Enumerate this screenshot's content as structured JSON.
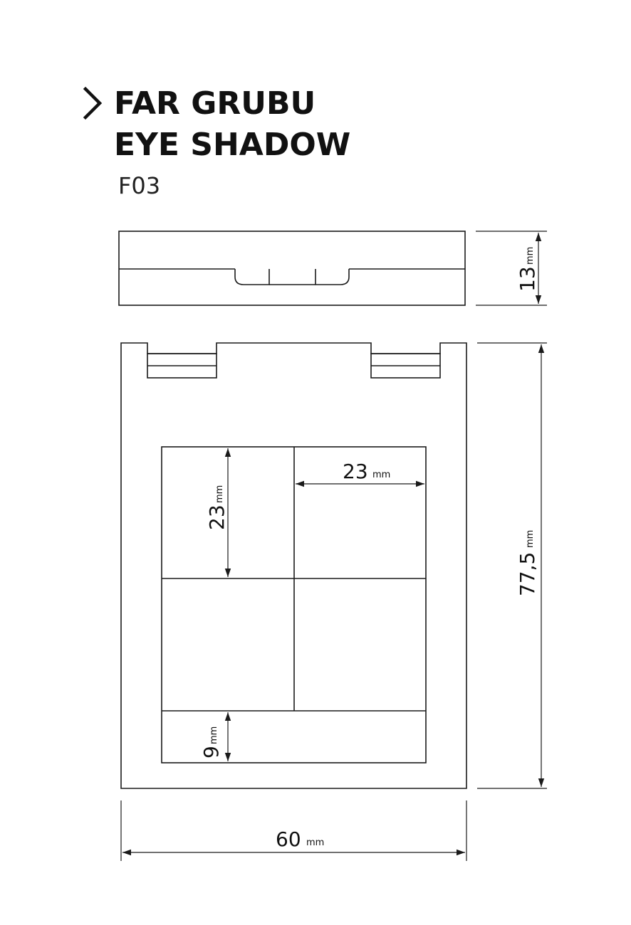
{
  "header": {
    "title_line1": "FAR GRUBU",
    "title_line2": "EYE SHADOW",
    "product_code": "F03"
  },
  "dimensions": {
    "unit": "mm",
    "height": "13",
    "length": "77,5",
    "width": "60",
    "pan_height": "23",
    "pan_width": "23",
    "bottom_slot": "9"
  },
  "colors": {
    "line": "#1a1a1a",
    "background": "#ffffff"
  },
  "icons": {
    "title_marker": "chevron-right-icon"
  }
}
